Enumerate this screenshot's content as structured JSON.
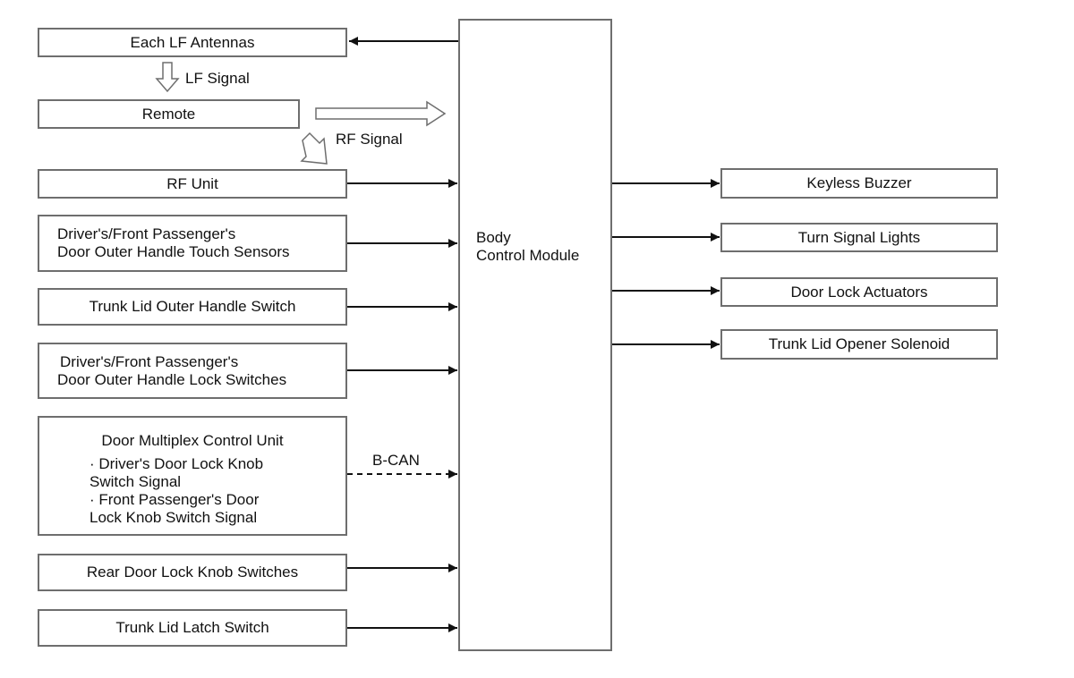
{
  "inputs": {
    "lf_antennas": "Each LF Antennas",
    "lf_signal": "LF Signal",
    "remote": "Remote",
    "rf_signal": "RF Signal",
    "rf_unit": "RF Unit",
    "touch_sensors_line1": "Driver's/Front Passenger's",
    "touch_sensors_line2": "Door Outer Handle Touch Sensors",
    "trunk_outer_switch": "Trunk Lid Outer Handle Switch",
    "lock_switches_line1": "Driver's/Front Passenger's",
    "lock_switches_line2": "Door Outer Handle Lock Switches",
    "dmcu": {
      "title": "Door Multiplex Control Unit",
      "item1_line1": "· Driver's Door Lock Knob",
      "item1_line2": "Switch Signal",
      "item2_line1": "· Front Passenger's Door",
      "item2_line2": "Lock Knob Switch Signal"
    },
    "bcan": "B-CAN",
    "rear_knob": "Rear Door Lock Knob Switches",
    "trunk_latch": "Trunk Lid Latch Switch"
  },
  "bcm": {
    "line1": "Body",
    "line2": "Control Module"
  },
  "outputs": {
    "buzzer": "Keyless Buzzer",
    "turn_lights": "Turn Signal Lights",
    "door_actuators": "Door Lock Actuators",
    "trunk_solenoid": "Trunk Lid Opener Solenoid"
  }
}
